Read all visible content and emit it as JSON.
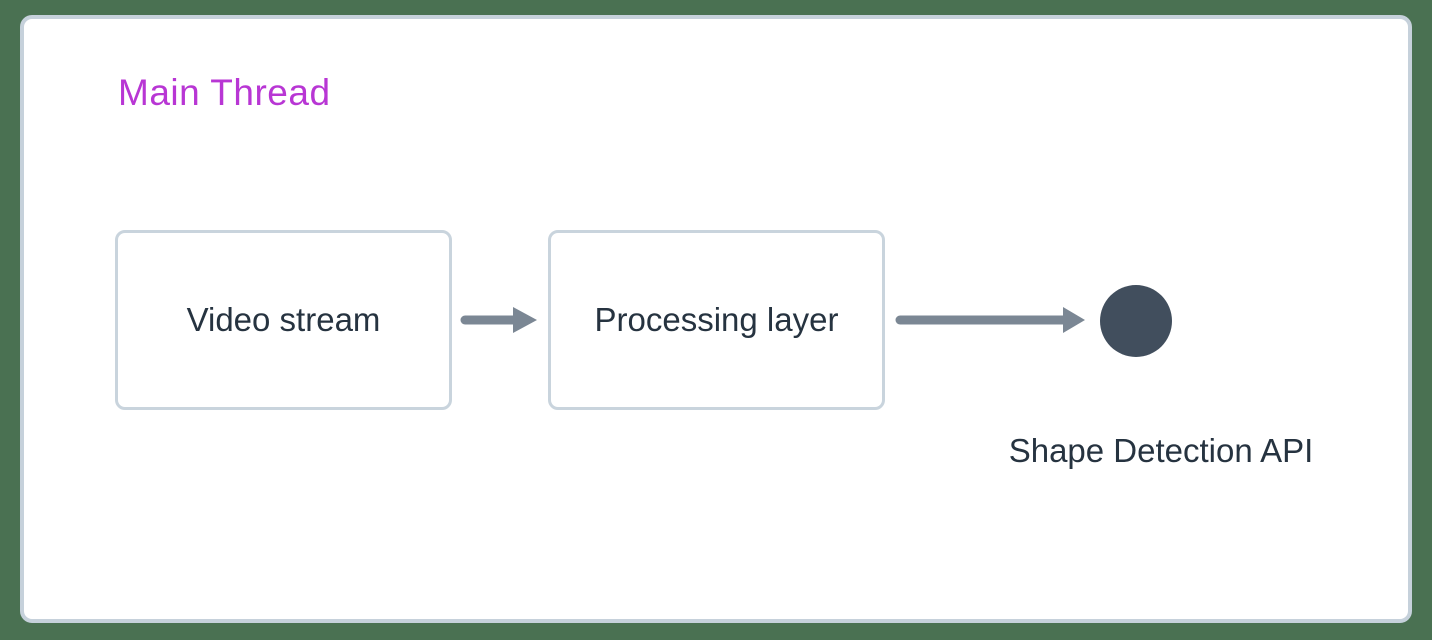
{
  "diagram": {
    "title": "Main Thread",
    "nodes": [
      {
        "label": "Video stream"
      },
      {
        "label": "Processing layer"
      }
    ],
    "flow": [
      "Video stream",
      "Processing layer",
      "Shape Detection API"
    ],
    "api_label": "Shape Detection API",
    "icons": [
      "arrow-right-icon",
      "arrow-right-icon",
      "filled-circle-icon"
    ]
  },
  "colors": {
    "background": "#4a7152",
    "panel_fill": "#ffffff",
    "panel_border": "#c6d1db",
    "node_border": "#c9d4dd",
    "text": "#263340",
    "title": "#b836d4",
    "arrow": "#7b8794",
    "circle": "#414e5d"
  }
}
